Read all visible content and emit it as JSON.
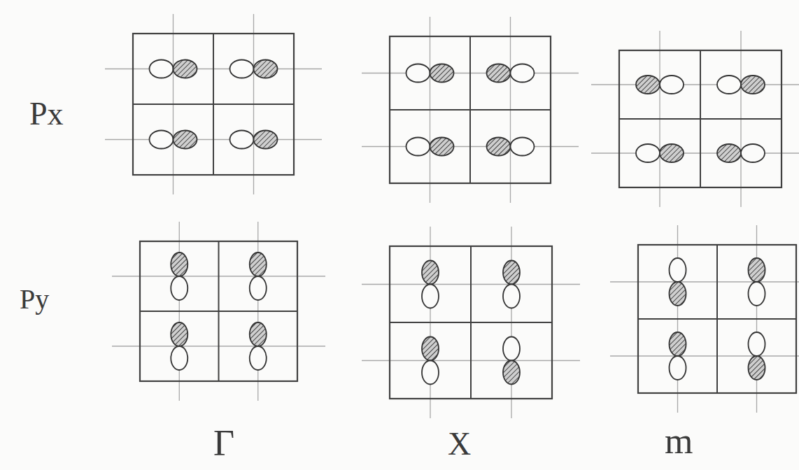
{
  "diagram": {
    "labels": [
      "Px",
      "Py",
      "Γ",
      "X",
      "m"
    ]
  }
}
